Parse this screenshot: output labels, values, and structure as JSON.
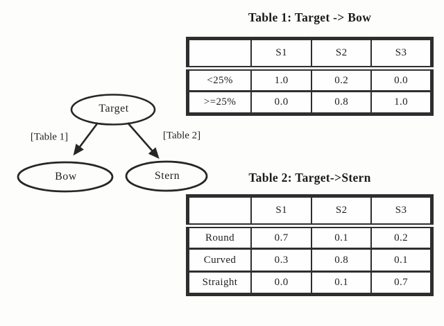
{
  "figure": {
    "ink_color": "#1d1d1d",
    "line_color": "#2e2e2e"
  },
  "diagram": {
    "nodes": {
      "target": {
        "label": "Target"
      },
      "bow": {
        "label": "Bow"
      },
      "stern": {
        "label": "Stern"
      }
    },
    "edges": {
      "target_bow": {
        "label": "[Table 1]"
      },
      "target_stern": {
        "label": "[Table 2]"
      }
    }
  },
  "table1": {
    "title": "Table 1: Target -> Bow",
    "columns": [
      "",
      "S1",
      "S2",
      "S3"
    ],
    "rows": [
      {
        "label": "<25%",
        "values": [
          "1.0",
          "0.2",
          "0.0"
        ]
      },
      {
        "label": ">=25%",
        "values": [
          "0.0",
          "0.8",
          "1.0"
        ]
      }
    ]
  },
  "table2": {
    "title": "Table 2: Target->Stern",
    "columns": [
      "",
      "S1",
      "S2",
      "S3"
    ],
    "rows": [
      {
        "label": "Round",
        "values": [
          "0.7",
          "0.1",
          "0.2"
        ]
      },
      {
        "label": "Curved",
        "values": [
          "0.3",
          "0.8",
          "0.1"
        ]
      },
      {
        "label": "Straight",
        "values": [
          "0.0",
          "0.1",
          "0.7"
        ]
      }
    ]
  }
}
